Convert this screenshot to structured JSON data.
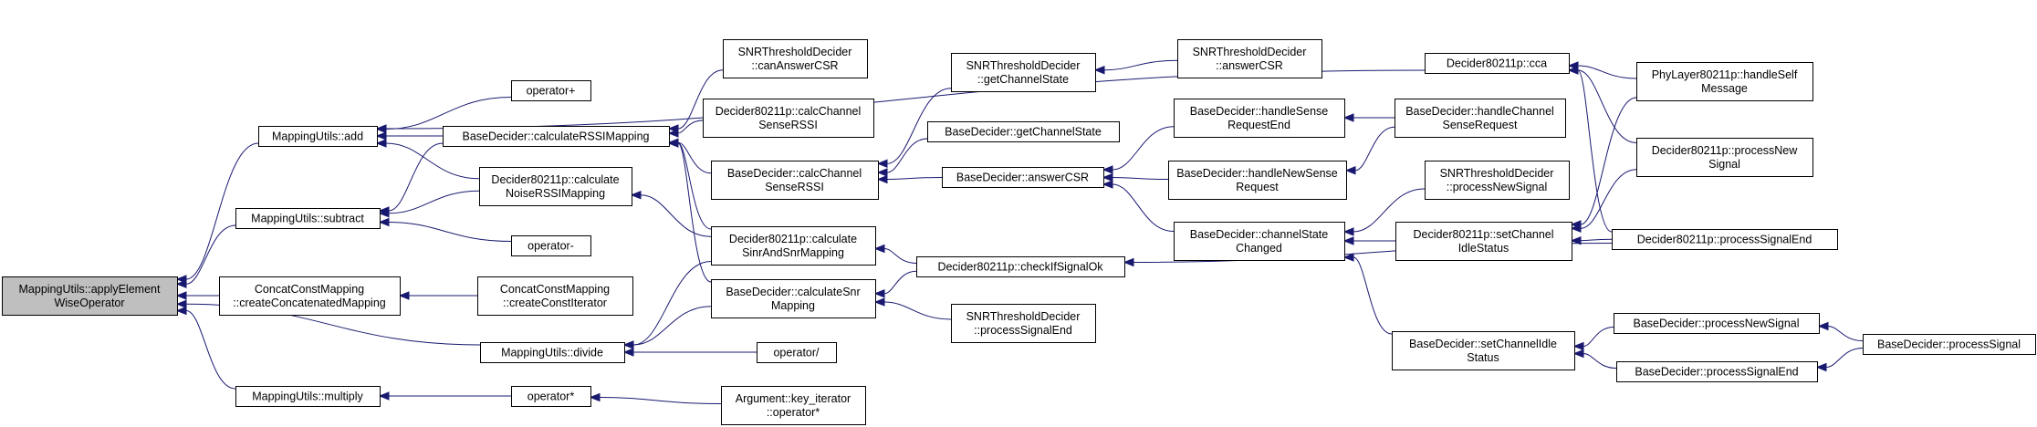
{
  "graph": {
    "colors": {
      "edge": "#191970",
      "node_border": "#000000",
      "root_fill": "#bfbfbf",
      "node_fill": "#ffffff"
    },
    "nodes": [
      {
        "id": "applyElementWiseOperator",
        "lines": [
          "MappingUtils::applyElement",
          "WiseOperator"
        ],
        "root": true
      },
      {
        "id": "add",
        "lines": [
          "MappingUtils::add"
        ]
      },
      {
        "id": "subtract",
        "lines": [
          "MappingUtils::subtract"
        ]
      },
      {
        "id": "createConcatenatedMapping",
        "lines": [
          "ConcatConstMapping",
          "::createConcatenatedMapping"
        ]
      },
      {
        "id": "divide",
        "lines": [
          "MappingUtils::divide"
        ]
      },
      {
        "id": "multiply",
        "lines": [
          "MappingUtils::multiply"
        ]
      },
      {
        "id": "operatorPlus",
        "lines": [
          "operator+"
        ]
      },
      {
        "id": "calculateRSSIMapping",
        "lines": [
          "BaseDecider::calculateRSSIMapping"
        ]
      },
      {
        "id": "calculateNoiseRSSIMapping",
        "lines": [
          "Decider80211p::calculate",
          "NoiseRSSIMapping"
        ]
      },
      {
        "id": "operatorMinus",
        "lines": [
          "operator-"
        ]
      },
      {
        "id": "createConstIterator",
        "lines": [
          "ConcatConstMapping",
          "::createConstIterator"
        ]
      },
      {
        "id": "operatorDiv",
        "lines": [
          "operator/"
        ]
      },
      {
        "id": "operatorMul",
        "lines": [
          "operator*"
        ]
      },
      {
        "id": "canAnswerCSR",
        "lines": [
          "SNRThresholdDecider",
          "::canAnswerCSR"
        ]
      },
      {
        "id": "calcChannelSenseRSSI80211p",
        "lines": [
          "Decider80211p::calcChannel",
          "SenseRSSI"
        ]
      },
      {
        "id": "calcChannelSenseRSSI",
        "lines": [
          "BaseDecider::calcChannel",
          "SenseRSSI"
        ]
      },
      {
        "id": "calculateSinrAndSnrMapping",
        "lines": [
          "Decider80211p::calculate",
          "SinrAndSnrMapping"
        ]
      },
      {
        "id": "calculateSnrMapping",
        "lines": [
          "BaseDecider::calculateSnr",
          "Mapping"
        ]
      },
      {
        "id": "keyIteratorOperator",
        "lines": [
          "Argument::key_iterator",
          "::operator*"
        ]
      },
      {
        "id": "getChannelStateSNR",
        "lines": [
          "SNRThresholdDecider",
          "::getChannelState"
        ]
      },
      {
        "id": "getChannelState",
        "lines": [
          "BaseDecider::getChannelState"
        ]
      },
      {
        "id": "checkIfSignalOk",
        "lines": [
          "Decider80211p::checkIfSignalOk"
        ]
      },
      {
        "id": "processSignalEndSNR",
        "lines": [
          "SNRThresholdDecider",
          "::processSignalEnd"
        ]
      },
      {
        "id": "answerCSRSNR",
        "lines": [
          "SNRThresholdDecider",
          "::answerCSR"
        ]
      },
      {
        "id": "answerCSR",
        "lines": [
          "BaseDecider::answerCSR"
        ]
      },
      {
        "id": "handleSenseRequestEnd",
        "lines": [
          "BaseDecider::handleSense",
          "RequestEnd"
        ]
      },
      {
        "id": "handleNewSenseRequest",
        "lines": [
          "BaseDecider::handleNewSense",
          "Request"
        ]
      },
      {
        "id": "channelStateChanged",
        "lines": [
          "BaseDecider::channelState",
          "Changed"
        ]
      },
      {
        "id": "cca",
        "lines": [
          "Decider80211p::cca"
        ]
      },
      {
        "id": "handleChannelSenseRequest",
        "lines": [
          "BaseDecider::handleChannel",
          "SenseRequest"
        ]
      },
      {
        "id": "processNewSignalSNR",
        "lines": [
          "SNRThresholdDecider",
          "::processNewSignal"
        ]
      },
      {
        "id": "setChannelIdleStatus80211p",
        "lines": [
          "Decider80211p::setChannel",
          "IdleStatus"
        ]
      },
      {
        "id": "setChannelIdleStatus",
        "lines": [
          "BaseDecider::setChannelIdle",
          "Status"
        ]
      },
      {
        "id": "handleSelfMessage",
        "lines": [
          "PhyLayer80211p::handleSelf",
          "Message"
        ]
      },
      {
        "id": "processNewSignal80211p",
        "lines": [
          "Decider80211p::processNew",
          "Signal"
        ]
      },
      {
        "id": "processSignalEnd80211p",
        "lines": [
          "Decider80211p::processSignalEnd"
        ]
      },
      {
        "id": "processNewSignal",
        "lines": [
          "BaseDecider::processNewSignal"
        ]
      },
      {
        "id": "processSignalEnd",
        "lines": [
          "BaseDecider::processSignalEnd"
        ]
      },
      {
        "id": "processSignal",
        "lines": [
          "BaseDecider::processSignal"
        ]
      }
    ],
    "edges": [
      {
        "from": "add",
        "to": "applyElementWiseOperator"
      },
      {
        "from": "subtract",
        "to": "applyElementWiseOperator"
      },
      {
        "from": "createConcatenatedMapping",
        "to": "applyElementWiseOperator"
      },
      {
        "from": "divide",
        "to": "applyElementWiseOperator"
      },
      {
        "from": "multiply",
        "to": "applyElementWiseOperator"
      },
      {
        "from": "operatorPlus",
        "to": "add"
      },
      {
        "from": "calculateRSSIMapping",
        "to": "add"
      },
      {
        "from": "calculateNoiseRSSIMapping",
        "to": "add"
      },
      {
        "from": "cca",
        "to": "add"
      },
      {
        "from": "calculateRSSIMapping",
        "to": "subtract"
      },
      {
        "from": "calculateNoiseRSSIMapping",
        "to": "subtract"
      },
      {
        "from": "operatorMinus",
        "to": "subtract"
      },
      {
        "from": "createConstIterator",
        "to": "createConcatenatedMapping"
      },
      {
        "from": "calculateSinrAndSnrMapping",
        "to": "divide"
      },
      {
        "from": "calculateSnrMapping",
        "to": "divide"
      },
      {
        "from": "operatorDiv",
        "to": "divide"
      },
      {
        "from": "operatorMul",
        "to": "multiply"
      },
      {
        "from": "keyIteratorOperator",
        "to": "operatorMul"
      },
      {
        "from": "canAnswerCSR",
        "to": "calculateRSSIMapping"
      },
      {
        "from": "calcChannelSenseRSSI80211p",
        "to": "calculateRSSIMapping"
      },
      {
        "from": "calcChannelSenseRSSI",
        "to": "calculateRSSIMapping"
      },
      {
        "from": "calculateSinrAndSnrMapping",
        "to": "calculateRSSIMapping"
      },
      {
        "from": "calculateSnrMapping",
        "to": "calculateRSSIMapping"
      },
      {
        "from": "calculateSinrAndSnrMapping",
        "to": "calculateNoiseRSSIMapping"
      },
      {
        "from": "getChannelStateSNR",
        "to": "calcChannelSenseRSSI"
      },
      {
        "from": "getChannelState",
        "to": "calcChannelSenseRSSI"
      },
      {
        "from": "answerCSR",
        "to": "calcChannelSenseRSSI"
      },
      {
        "from": "checkIfSignalOk",
        "to": "calculateSinrAndSnrMapping"
      },
      {
        "from": "checkIfSignalOk",
        "to": "calculateSnrMapping"
      },
      {
        "from": "processSignalEndSNR",
        "to": "calculateSnrMapping"
      },
      {
        "from": "answerCSRSNR",
        "to": "getChannelStateSNR"
      },
      {
        "from": "handleSenseRequestEnd",
        "to": "answerCSR"
      },
      {
        "from": "handleNewSenseRequest",
        "to": "answerCSR"
      },
      {
        "from": "channelStateChanged",
        "to": "answerCSR"
      },
      {
        "from": "handleChannelSenseRequest",
        "to": "handleSenseRequestEnd"
      },
      {
        "from": "handleChannelSenseRequest",
        "to": "handleNewSenseRequest"
      },
      {
        "from": "processNewSignalSNR",
        "to": "channelStateChanged"
      },
      {
        "from": "setChannelIdleStatus80211p",
        "to": "channelStateChanged"
      },
      {
        "from": "setChannelIdleStatus",
        "to": "channelStateChanged"
      },
      {
        "from": "handleSelfMessage",
        "to": "cca"
      },
      {
        "from": "processNewSignal80211p",
        "to": "cca"
      },
      {
        "from": "processSignalEnd80211p",
        "to": "cca"
      },
      {
        "from": "processSignalEnd80211p",
        "to": "checkIfSignalOk"
      },
      {
        "from": "handleSelfMessage",
        "to": "setChannelIdleStatus80211p"
      },
      {
        "from": "processNewSignal80211p",
        "to": "setChannelIdleStatus80211p"
      },
      {
        "from": "processSignalEnd80211p",
        "to": "setChannelIdleStatus80211p"
      },
      {
        "from": "processNewSignal",
        "to": "setChannelIdleStatus"
      },
      {
        "from": "processSignalEnd",
        "to": "setChannelIdleStatus"
      },
      {
        "from": "processSignal",
        "to": "processNewSignal"
      },
      {
        "from": "processSignal",
        "to": "processSignalEnd"
      }
    ]
  }
}
